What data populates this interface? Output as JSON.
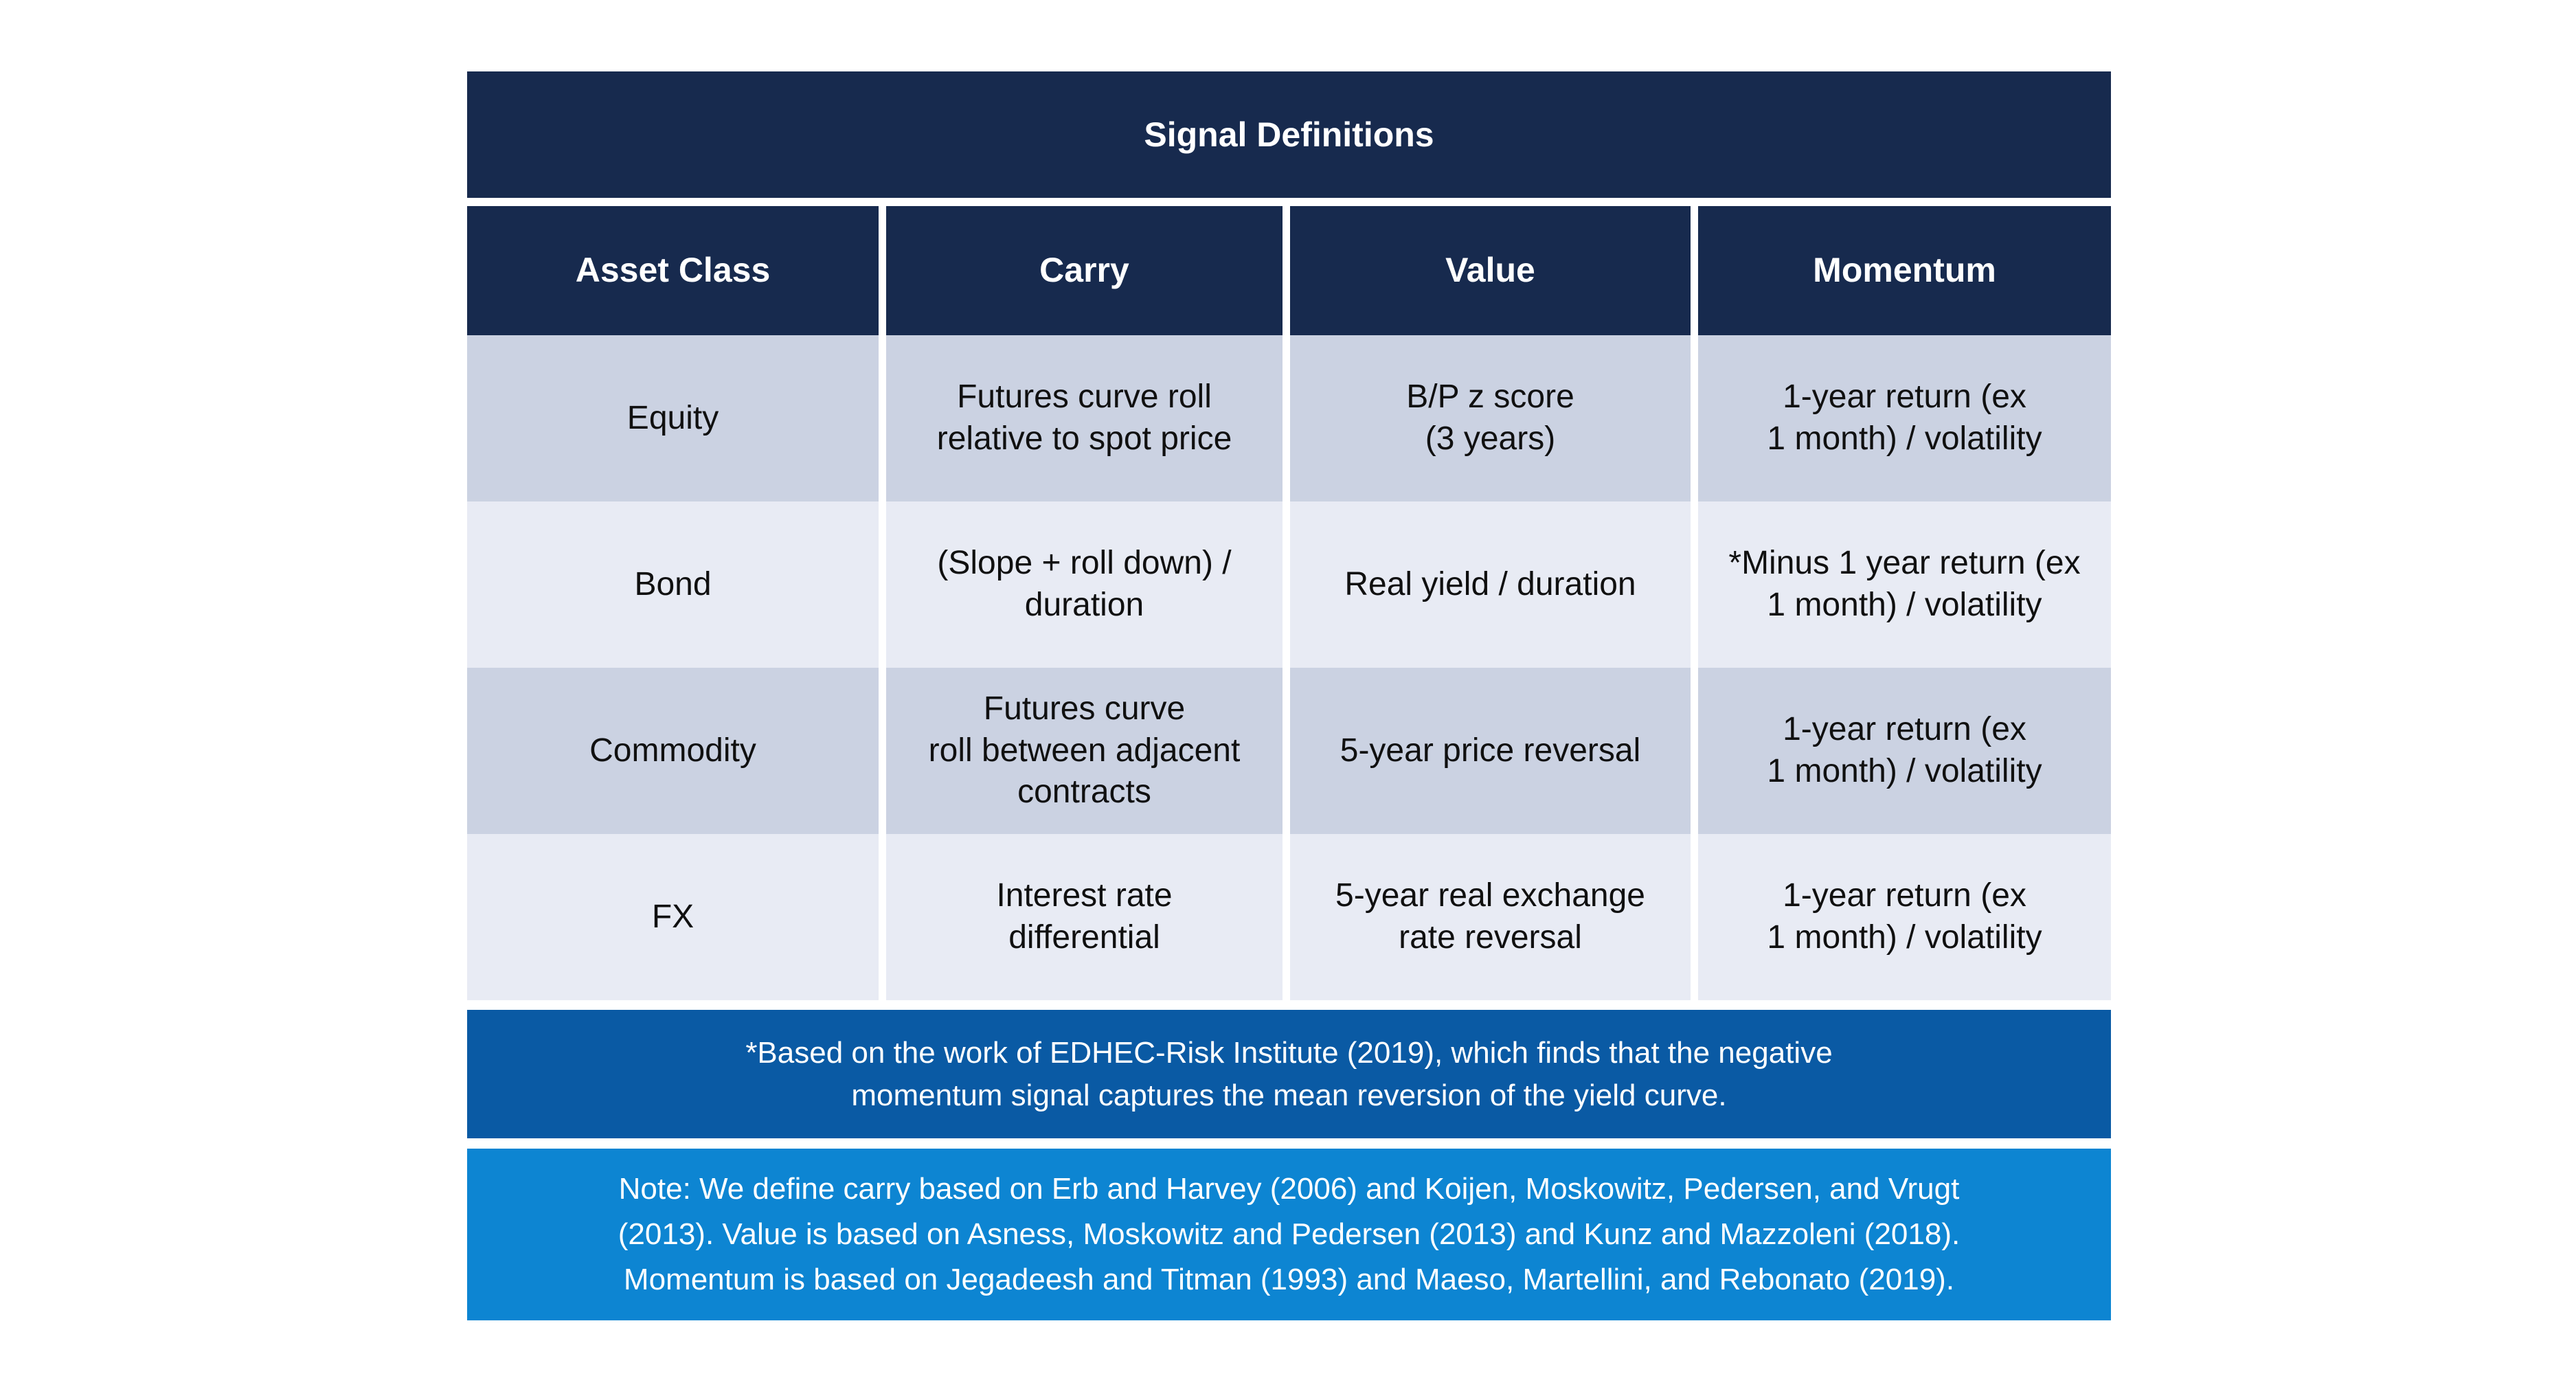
{
  "chart_data": {
    "type": "table",
    "title": "Signal Definitions",
    "columns": [
      "Asset Class",
      "Carry",
      "Value",
      "Momentum"
    ],
    "rows": [
      {
        "asset_class": "Equity",
        "carry": "Futures curve roll\nrelative to spot price",
        "value": "B/P z score\n(3 years)",
        "momentum": "1-year return (ex\n1 month) / volatility"
      },
      {
        "asset_class": "Bond",
        "carry": "(Slope + roll down) /\nduration",
        "value": "Real yield / duration",
        "momentum": "*Minus 1 year return (ex\n1 month) / volatility"
      },
      {
        "asset_class": "Commodity",
        "carry": "Futures curve\nroll between adjacent\ncontracts",
        "value": "5-year price reversal",
        "momentum": "1-year return (ex\n1 month) / volatility"
      },
      {
        "asset_class": "FX",
        "carry": "Interest rate\ndifferential",
        "value": "5-year real exchange\nrate reversal",
        "momentum": "1-year return (ex\n1 month) / volatility"
      }
    ],
    "footnote": "*Based on the work of EDHEC-Risk Institute (2019), which finds that the negative\nmomentum signal captures the mean reversion of the yield curve.",
    "note": "Note: We define carry based on Erb and Harvey (2006) and Koijen, Moskowitz, Pedersen, and Vrugt\n(2013). Value is based on Asness, Moskowitz and Pedersen (2013) and Kunz and Mazzoleni (2018).\nMomentum is based on Jegadeesh and Titman (1993) and Maeso, Martellini, and Rebonato (2019).",
    "layout_hints": {
      "legend": "none",
      "grid": "off",
      "row_striping": "alternating"
    }
  },
  "colors": {
    "header_navy": "#172A4E",
    "row_shade_dark": "#CBD2E2",
    "row_shade_light": "#E8EBF4",
    "footnote_blue": "#0A5AA4",
    "note_blue": "#0D85D2",
    "body_text": "#101010",
    "header_text": "#FFFFFF",
    "page_background": "#FFFFFF"
  }
}
